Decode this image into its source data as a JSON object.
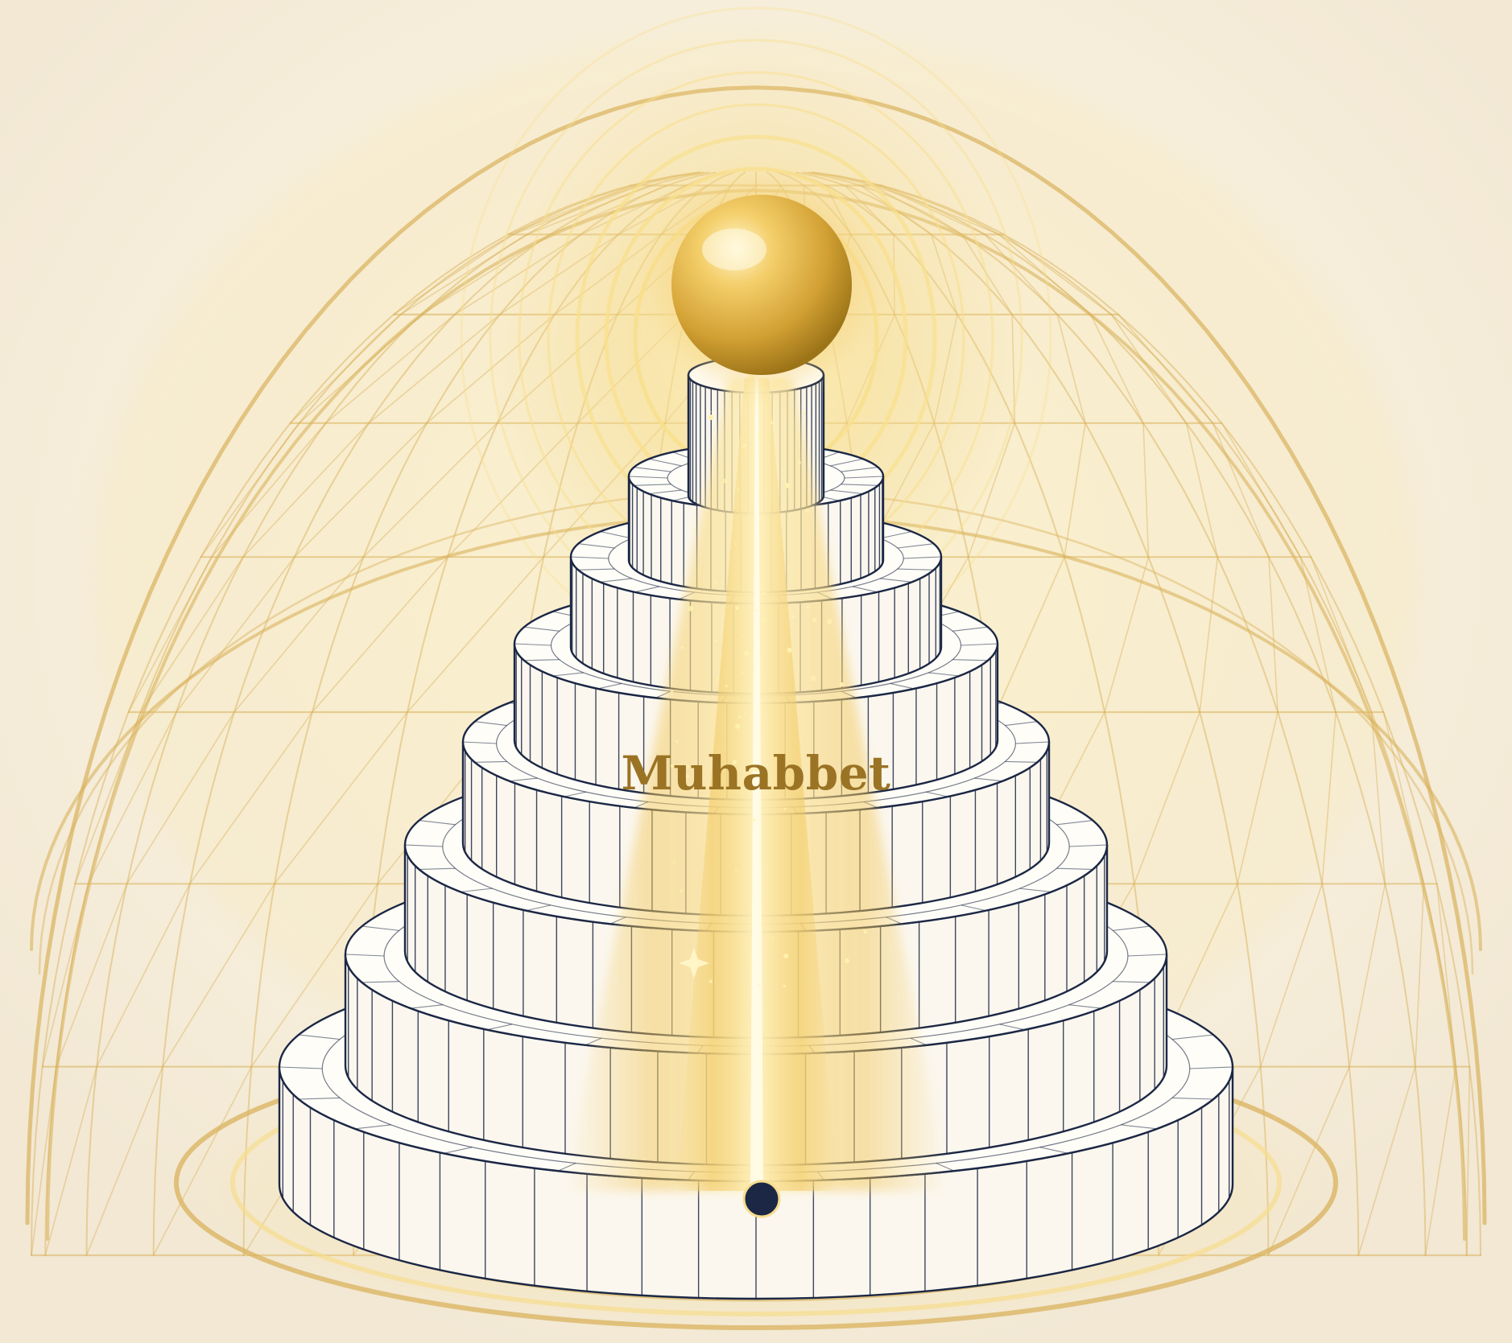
{
  "title": "Muhabbet",
  "colors": {
    "background": "#f7f1e2",
    "gold": "#d9b25c",
    "gold_light": "#f6dd8e",
    "gold_deep": "#a67a1f",
    "ink": "#1b2745",
    "label": "#9a7325"
  },
  "elements": {
    "tiers": 8,
    "dome": "geodesic-dome",
    "orb": "golden-sphere",
    "beam": "light-beam",
    "base_marker": "navy-dot"
  }
}
